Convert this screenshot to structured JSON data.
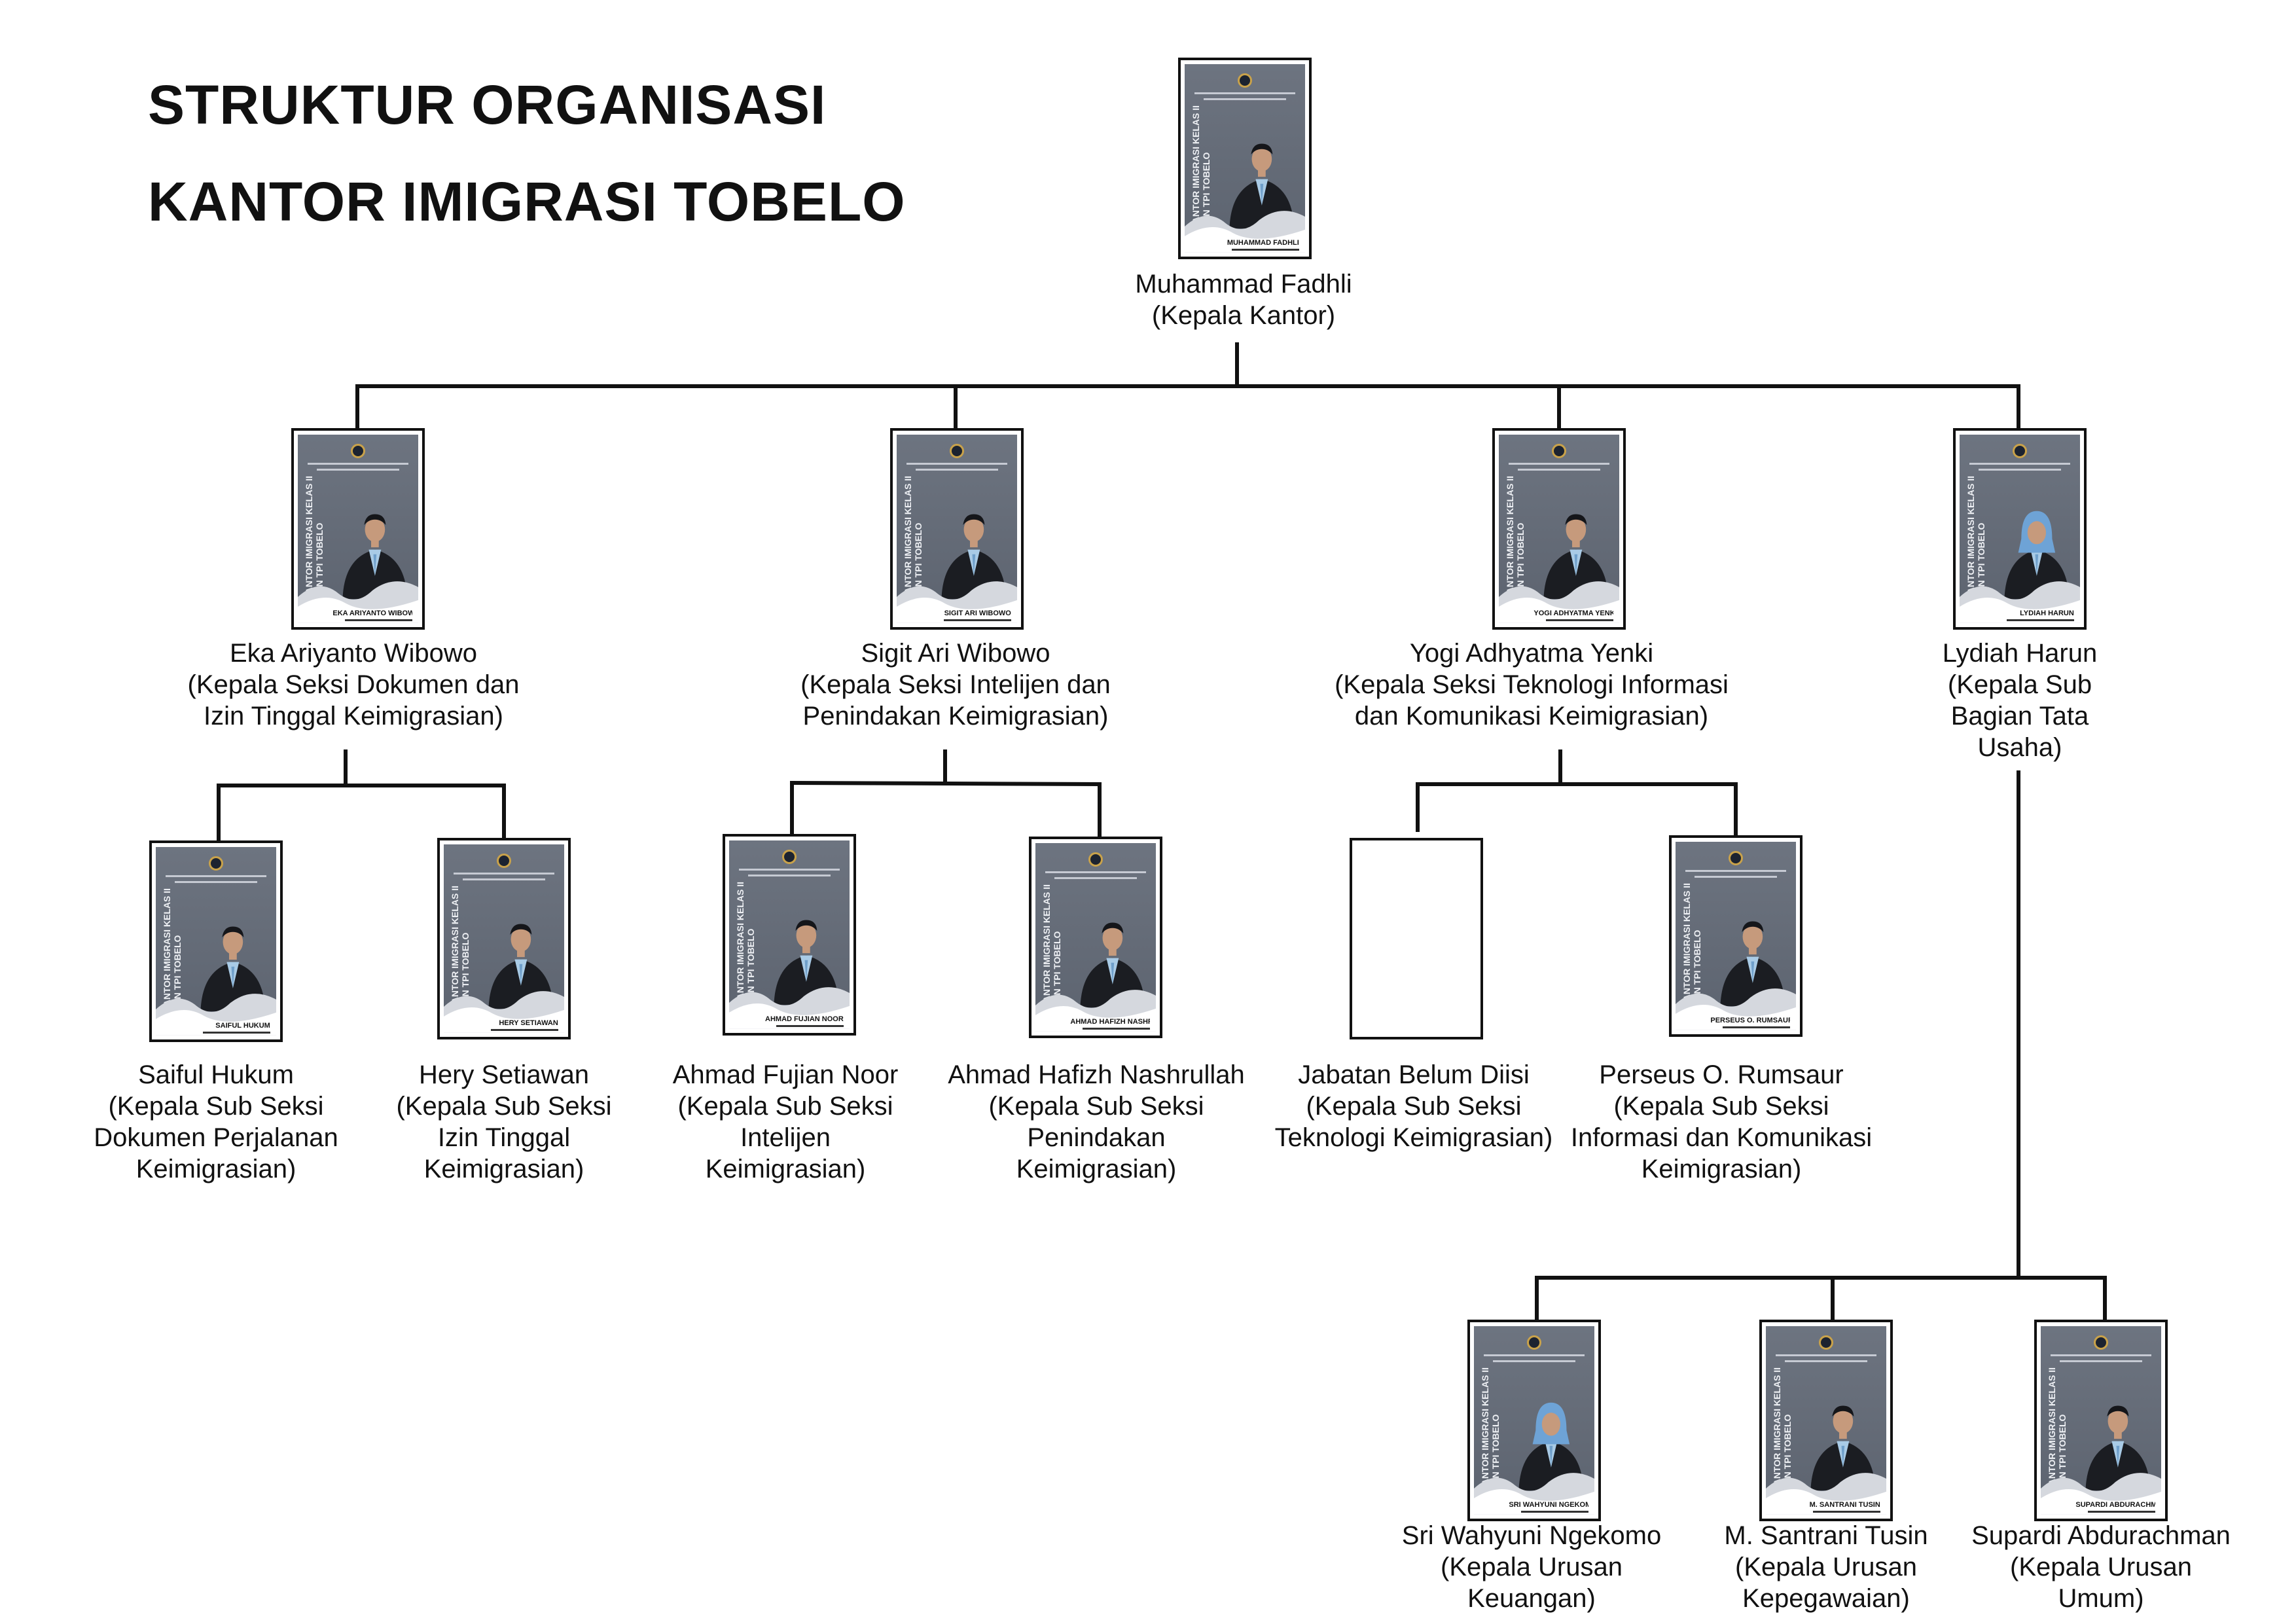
{
  "title": {
    "line1": "STRUKTUR ORGANISASI",
    "line2": "KANTOR IMIGRASI TOBELO"
  },
  "card_text": {
    "office_vertical": "KANTOR IMIGRASI KELAS II",
    "office_vertical_2": "NON TPI TOBELO"
  },
  "colors": {
    "card_bg": "#5f6672",
    "line": "#111111",
    "suit": "#1b1d22",
    "shirt": "#a9cbe6",
    "skin": "#c69a7c"
  },
  "nodes": [
    {
      "id": "n1",
      "photo": true,
      "card_name": "MUHAMMAD FADHLI",
      "lines": [
        "Muhammad Fadhli",
        "(Kepala Kantor)"
      ]
    },
    {
      "id": "n2",
      "photo": true,
      "card_name": "EKA ARIYANTO WIBOWO",
      "lines": [
        "Eka Ariyanto Wibowo",
        "(Kepala Seksi Dokumen dan",
        "Izin Tinggal Keimigrasian)"
      ]
    },
    {
      "id": "n3",
      "photo": true,
      "card_name": "SIGIT ARI WIBOWO",
      "lines": [
        "Sigit Ari Wibowo",
        "(Kepala Seksi Intelijen dan",
        "Penindakan Keimigrasian)"
      ]
    },
    {
      "id": "n4",
      "photo": true,
      "card_name": "YOGI ADHYATMA YENKI",
      "lines": [
        "Yogi Adhyatma Yenki",
        "(Kepala Seksi Teknologi Informasi",
        "dan Komunikasi Keimigrasian)"
      ]
    },
    {
      "id": "n5",
      "photo": true,
      "hijab": true,
      "card_name": "LYDIAH HARUN",
      "lines": [
        "Lydiah Harun",
        "(Kepala Sub",
        "Bagian Tata",
        "Usaha)"
      ]
    },
    {
      "id": "n6",
      "photo": true,
      "card_name": "SAIFUL HUKUM",
      "lines": [
        "Saiful Hukum",
        "(Kepala Sub Seksi",
        "Dokumen Perjalanan",
        "Keimigrasian)"
      ]
    },
    {
      "id": "n7",
      "photo": true,
      "card_name": "HERY SETIAWAN",
      "lines": [
        "Hery Setiawan",
        "(Kepala Sub Seksi",
        "Izin Tinggal",
        "Keimigrasian)"
      ]
    },
    {
      "id": "n8",
      "photo": true,
      "card_name": "AHMAD FUJIAN NOOR",
      "lines": [
        "Ahmad Fujian Noor",
        "(Kepala Sub Seksi",
        "Intelijen",
        "Keimigrasian)"
      ]
    },
    {
      "id": "n9",
      "photo": true,
      "card_name": "AHMAD HAFIZH NASHRULLAH",
      "lines": [
        "Ahmad Hafizh Nashrullah",
        "(Kepala Sub Seksi",
        "Penindakan",
        "Keimigrasian)"
      ]
    },
    {
      "id": "n10",
      "photo": false,
      "lines": [
        "Jabatan Belum Diisi",
        "(Kepala Sub Seksi",
        "Teknologi Keimigrasian)"
      ]
    },
    {
      "id": "n11",
      "photo": true,
      "card_name": "PERSEUS O. RUMSAUR",
      "lines": [
        "Perseus O. Rumsaur",
        "(Kepala Sub Seksi",
        "Informasi dan Komunikasi",
        "Keimigrasian)"
      ]
    },
    {
      "id": "n12",
      "photo": true,
      "hijab": true,
      "card_name": "SRI WAHYUNI NGEKOMO",
      "lines": [
        "Sri Wahyuni Ngekomo",
        "(Kepala Urusan",
        "Keuangan)"
      ]
    },
    {
      "id": "n13",
      "photo": true,
      "card_name": "M. SANTRANI TUSIN",
      "lines": [
        "M. Santrani Tusin",
        "(Kepala Urusan",
        "Kepegawaian)"
      ]
    },
    {
      "id": "n14",
      "photo": true,
      "card_name": "SUPARDI ABDURACHMAN",
      "lines": [
        "Supardi Abdurachman",
        "(Kepala Urusan",
        "Umum)"
      ]
    }
  ]
}
